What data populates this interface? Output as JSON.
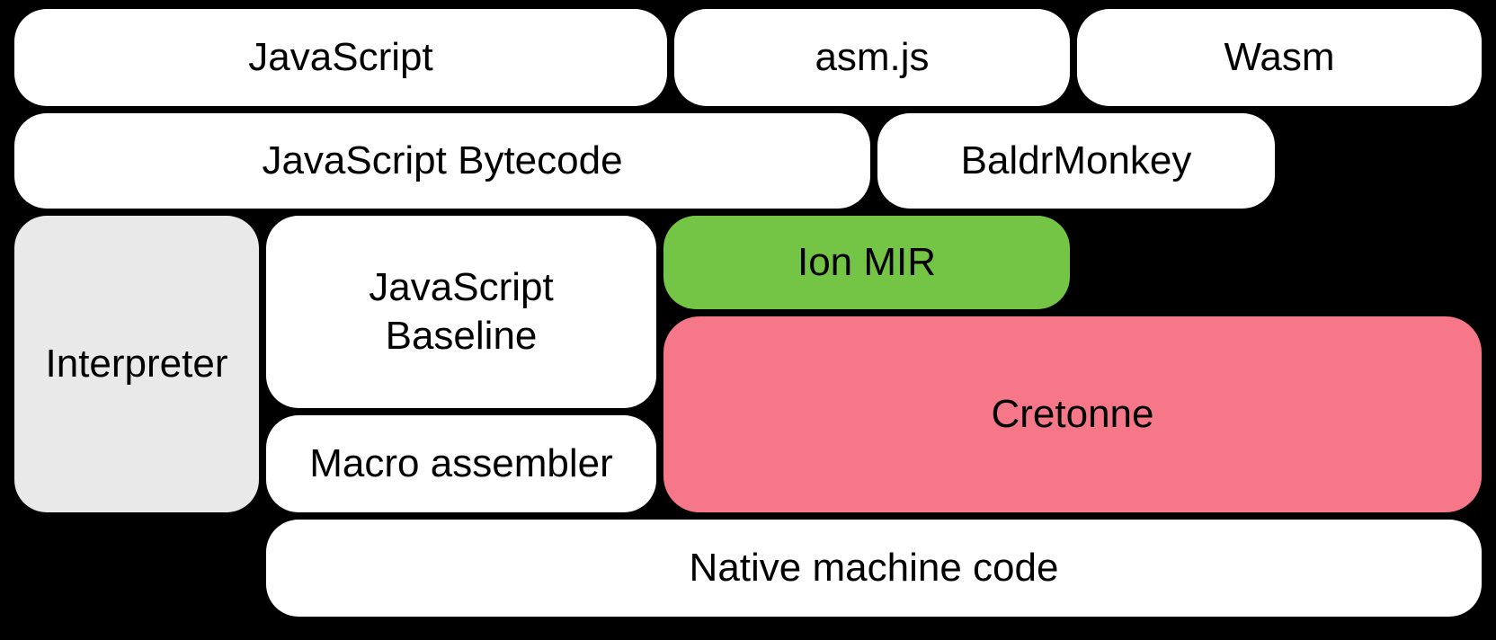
{
  "diagram": {
    "background_color": "#000000",
    "text_color": "#000000",
    "colors": {
      "box_white": "#ffffff",
      "box_gray": "#e9e9e9",
      "box_green": "#74c546",
      "box_pink": "#f67788"
    },
    "boxes": [
      {
        "id": "javascript",
        "label": "JavaScript",
        "color": "#ffffff"
      },
      {
        "id": "asm-js",
        "label": "asm.js",
        "color": "#ffffff"
      },
      {
        "id": "wasm",
        "label": "Wasm",
        "color": "#ffffff"
      },
      {
        "id": "javascript-bytecode",
        "label": "JavaScript Bytecode",
        "color": "#ffffff"
      },
      {
        "id": "baldrmonkey",
        "label": "BaldrMonkey",
        "color": "#ffffff"
      },
      {
        "id": "interpreter",
        "label": "Interpreter",
        "color": "#e9e9e9"
      },
      {
        "id": "javascript-baseline",
        "label": "JavaScript Baseline",
        "label_lines": [
          "JavaScript",
          "Baseline"
        ],
        "color": "#ffffff"
      },
      {
        "id": "ion-mir",
        "label": "Ion MIR",
        "color": "#74c546"
      },
      {
        "id": "cretonne",
        "label": "Cretonne",
        "color": "#f67788"
      },
      {
        "id": "macro-assembler",
        "label": "Macro assembler",
        "color": "#ffffff"
      },
      {
        "id": "native-machine-code",
        "label": "Native machine code",
        "color": "#ffffff"
      }
    ]
  }
}
